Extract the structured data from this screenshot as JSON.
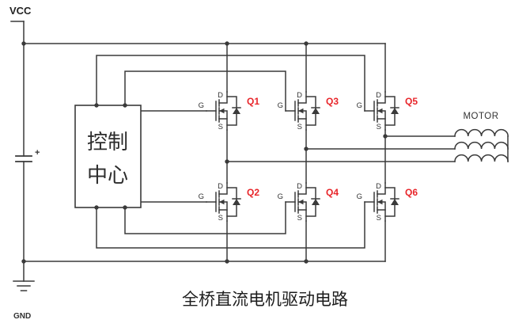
{
  "caption": "全桥直流电机驱动电路",
  "power": {
    "vcc_label": "VCC",
    "gnd_label": "GND",
    "capacitor_polarity": "+"
  },
  "control_box": {
    "line1": "控制",
    "line2": "中心"
  },
  "motor": {
    "label": "MOTOR"
  },
  "mosfet_terminals": {
    "gate": "G",
    "drain": "D",
    "source": "S"
  },
  "transistors": [
    {
      "name": "Q1"
    },
    {
      "name": "Q2"
    },
    {
      "name": "Q3"
    },
    {
      "name": "Q4"
    },
    {
      "name": "Q5"
    },
    {
      "name": "Q6"
    }
  ],
  "colors": {
    "wire": "#3a3a3a",
    "transistor_label": "#e8252a",
    "text": "#333333",
    "background": "#ffffff"
  }
}
